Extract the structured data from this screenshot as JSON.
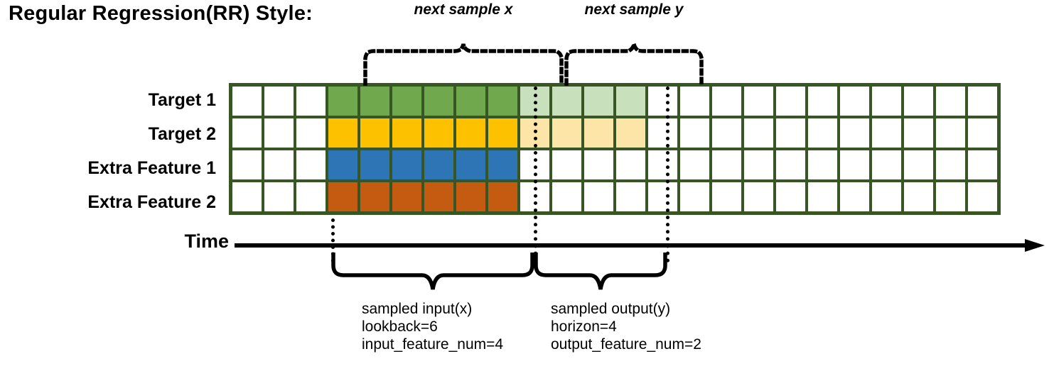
{
  "title": "Regular Regression(RR) Style:",
  "rows": [
    {
      "label": "Target 1",
      "name": "target-1"
    },
    {
      "label": "Target 2",
      "name": "target-2"
    },
    {
      "label": "Extra Feature 1",
      "name": "extra-feature-1"
    },
    {
      "label": "Extra Feature 2",
      "name": "extra-feature-2"
    }
  ],
  "axis": {
    "label": "Time"
  },
  "grid": {
    "columns": 24,
    "lead_blank": 3,
    "input_span": 6,
    "output_span": 4,
    "trail_blank": 11
  },
  "colors": {
    "border": "#375623",
    "blank": "#ffffff",
    "target1": "#6fa84d",
    "target1_faded": "#c8e0bc",
    "target2": "#fdc100",
    "target2_faded": "#fde5a8",
    "feature1": "#2e75b6",
    "feature2": "#c55a11",
    "line": "#000000"
  },
  "cell_colors": [
    [
      "#ffffff",
      "#ffffff",
      "#ffffff",
      "#6fa84d",
      "#6fa84d",
      "#6fa84d",
      "#6fa84d",
      "#6fa84d",
      "#6fa84d",
      "#c8e0bc",
      "#c8e0bc",
      "#c8e0bc",
      "#c8e0bc",
      "#ffffff",
      "#ffffff",
      "#ffffff",
      "#ffffff",
      "#ffffff",
      "#ffffff",
      "#ffffff",
      "#ffffff",
      "#ffffff",
      "#ffffff",
      "#ffffff"
    ],
    [
      "#ffffff",
      "#ffffff",
      "#ffffff",
      "#fdc100",
      "#fdc100",
      "#fdc100",
      "#fdc100",
      "#fdc100",
      "#fdc100",
      "#fde5a8",
      "#fde5a8",
      "#fde5a8",
      "#fde5a8",
      "#ffffff",
      "#ffffff",
      "#ffffff",
      "#ffffff",
      "#ffffff",
      "#ffffff",
      "#ffffff",
      "#ffffff",
      "#ffffff",
      "#ffffff",
      "#ffffff"
    ],
    [
      "#ffffff",
      "#ffffff",
      "#ffffff",
      "#2e75b6",
      "#2e75b6",
      "#2e75b6",
      "#2e75b6",
      "#2e75b6",
      "#2e75b6",
      "#ffffff",
      "#ffffff",
      "#ffffff",
      "#ffffff",
      "#ffffff",
      "#ffffff",
      "#ffffff",
      "#ffffff",
      "#ffffff",
      "#ffffff",
      "#ffffff",
      "#ffffff",
      "#ffffff",
      "#ffffff",
      "#ffffff"
    ],
    [
      "#ffffff",
      "#ffffff",
      "#ffffff",
      "#c55a11",
      "#c55a11",
      "#c55a11",
      "#c55a11",
      "#c55a11",
      "#c55a11",
      "#ffffff",
      "#ffffff",
      "#ffffff",
      "#ffffff",
      "#ffffff",
      "#ffffff",
      "#ffffff",
      "#ffffff",
      "#ffffff",
      "#ffffff",
      "#ffffff",
      "#ffffff",
      "#ffffff",
      "#ffffff",
      "#ffffff"
    ]
  ],
  "top_braces": [
    {
      "caption": "next sample x",
      "name": "next-sample-x"
    },
    {
      "caption": "next sample y",
      "name": "next-sample-y"
    }
  ],
  "bottom_braces": [
    {
      "name": "sampled-input",
      "line1": "sampled input(x)",
      "line2": "lookback=6",
      "line3": "input_feature_num=4"
    },
    {
      "name": "sampled-output",
      "line1": "sampled output(y)",
      "line2": "horizon=4",
      "line3": "output_feature_num=2"
    }
  ]
}
